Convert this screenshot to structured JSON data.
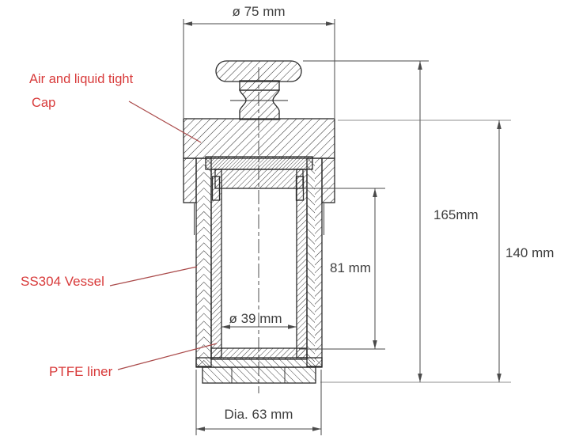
{
  "diagram": {
    "type": "technical-drawing-cross-section",
    "labels": {
      "cap_line1": "Air and liquid tight",
      "cap_line2": "Cap",
      "vessel": "SS304 Vessel",
      "liner": "PTFE liner"
    },
    "dimensions": {
      "cap_diameter": "ø 75 mm",
      "total_height": "165mm",
      "body_height": "140 mm",
      "inner_depth": "81 mm",
      "inner_diameter": "ø 39 mm",
      "outer_diameter": "Dia. 63 mm"
    },
    "colors": {
      "label_red": "#d83a3a",
      "leader_red": "#aa4a4a",
      "line": "#2b2b2b",
      "dim_line": "#4a4a4a",
      "dim_text": "#3f3f3f",
      "background": "#ffffff"
    }
  }
}
